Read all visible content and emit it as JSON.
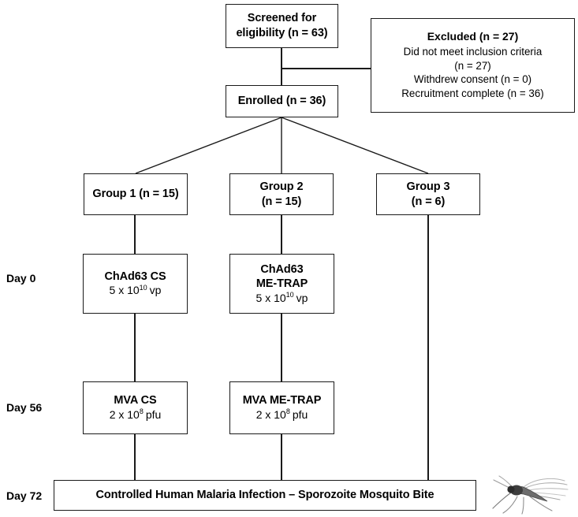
{
  "diagram": {
    "title": "CONSORT participant flow diagram",
    "nodes": {
      "screened": {
        "line1": "Screened for",
        "line2": "eligibility (n = 63)"
      },
      "excluded": {
        "title": "Excluded (n = 27)",
        "lines": [
          "Did not meet inclusion criteria",
          "(n = 27)",
          "Withdrew consent (n = 0)",
          "Recruitment complete (n = 36)"
        ]
      },
      "enrolled": {
        "line1": "Enrolled (n = 36)"
      },
      "group1": {
        "line1": "Group 1 (n = 15)",
        "line2": ""
      },
      "group2": {
        "line1": "Group 2",
        "line2": "(n = 15)"
      },
      "group3": {
        "line1": "Group 3",
        "line2": "(n = 6)"
      },
      "chad63_cs": {
        "line1": "ChAd63 CS",
        "line2": "",
        "dose_prefix": "5 x 10",
        "dose_exponent": "10",
        "dose_unit": "vp"
      },
      "chad63_metrap": {
        "line1": "ChAd63",
        "line2": "ME-TRAP",
        "dose_prefix": "5 x 10",
        "dose_exponent": "10",
        "dose_unit": "vp"
      },
      "mva_cs": {
        "line1": "MVA CS",
        "dose_prefix": "2 x 10",
        "dose_exponent": "8",
        "dose_unit": "pfu"
      },
      "mva_metrap": {
        "line1": "MVA ME-TRAP",
        "dose_prefix": "2 x 10",
        "dose_exponent": "8",
        "dose_unit": "pfu"
      },
      "chmi_banner": {
        "text": "Controlled Human Malaria Infection – Sporozoite Mosquito Bite"
      }
    },
    "timeline_labels": {
      "day0": "Day 0",
      "day56": "Day 56",
      "day72": "Day 72"
    },
    "image": {
      "mosquito_alt": "mosquito-photo"
    },
    "colors": {
      "border": "#1a1a1a",
      "background": "#ffffff",
      "text": "#000000",
      "connector": "#1a1a1a"
    }
  }
}
